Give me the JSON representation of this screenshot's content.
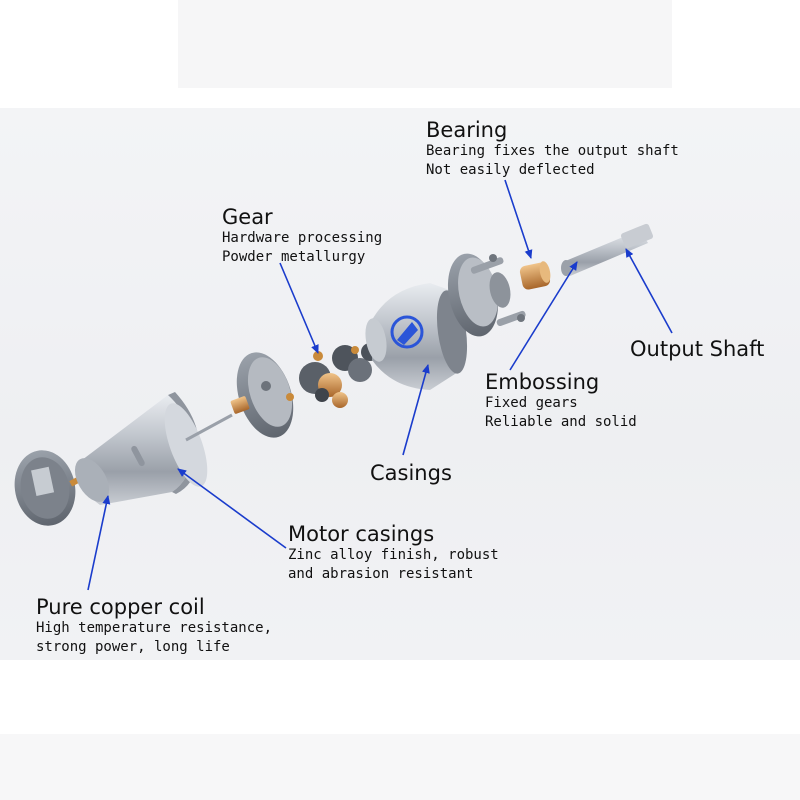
{
  "labels": {
    "bearing": {
      "title": "Bearing",
      "line1": "Bearing fixes the output shaft",
      "line2": "Not easily deflected"
    },
    "gear": {
      "title": "Gear",
      "line1": "Hardware processing",
      "line2": "Powder metallurgy"
    },
    "output_shaft": {
      "title": "Output Shaft"
    },
    "embossing": {
      "title": "Embossing",
      "line1": "Fixed gears",
      "line2": "Reliable and solid"
    },
    "casings": {
      "title": "Casings"
    },
    "motor_casings": {
      "title": "Motor casings",
      "line1": "Zinc alloy finish, robust",
      "line2": "and abrasion resistant"
    },
    "copper_coil": {
      "title": "Pure copper coil",
      "line1": "High temperature resistance,",
      "line2": "strong power, long life"
    }
  },
  "colors": {
    "arrow": "#1a3ccc",
    "metal": "#b9bec6",
    "copper": "#c98a3a",
    "text": "#111111"
  }
}
